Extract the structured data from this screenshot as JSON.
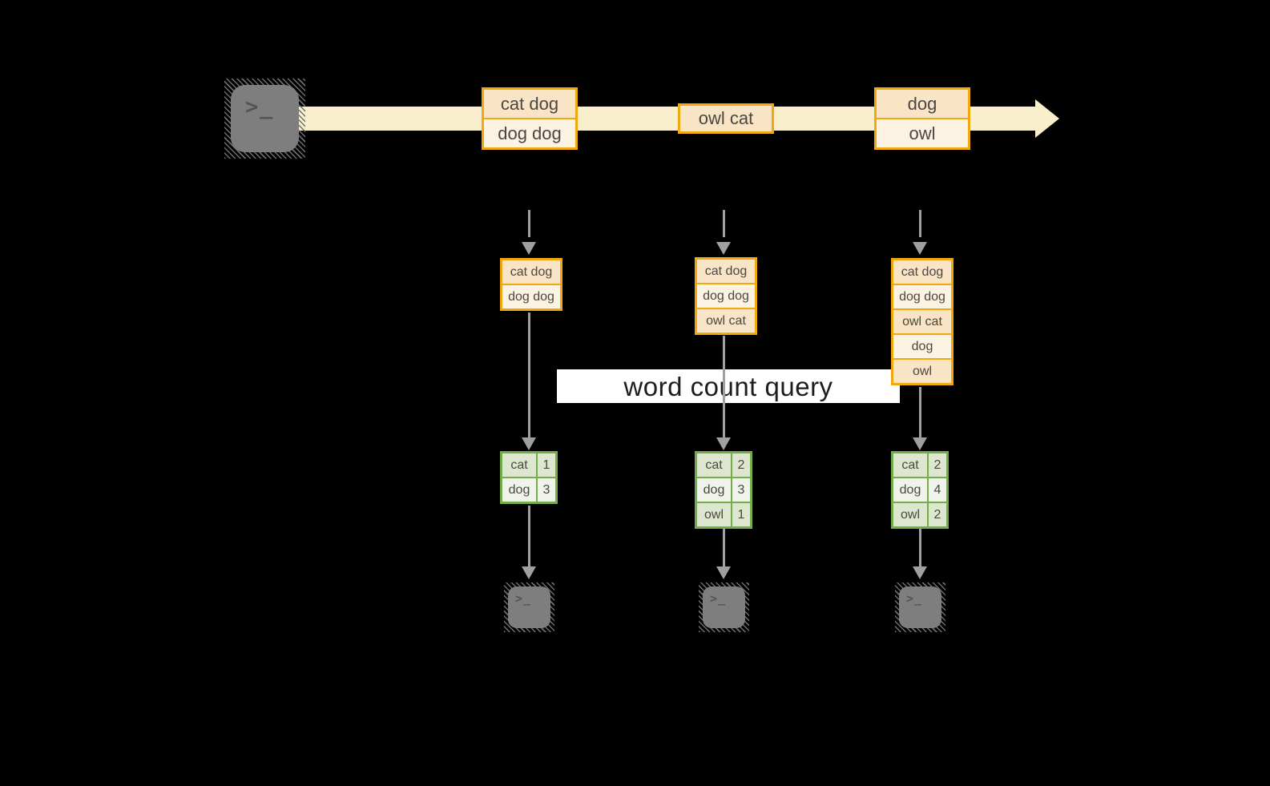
{
  "colors": {
    "background": "#000000",
    "stream_band": "#FAEFCC",
    "amber_border": "#F0A80D",
    "peach_fill": "#FAE4C6",
    "cream_fill": "#FDF3E2",
    "green_border": "#75AC4C",
    "green_fill_light": "#DCE7CE",
    "green_fill_lighter": "#EFF3EA",
    "arrow_gray": "#9FA0A0",
    "terminal_gray": "#7E7E7E",
    "banner_bg": "#FFFFFF"
  },
  "terminal_glyph": ">_",
  "stream": {
    "batches": [
      {
        "lines": [
          "cat dog",
          "dog dog"
        ]
      },
      {
        "lines": [
          "owl cat"
        ]
      },
      {
        "lines": [
          "dog",
          "owl"
        ]
      }
    ]
  },
  "states": [
    {
      "rows": [
        "cat dog",
        "dog dog"
      ]
    },
    {
      "rows": [
        "cat dog",
        "dog dog",
        "owl cat"
      ]
    },
    {
      "rows": [
        "cat dog",
        "dog dog",
        "owl cat",
        "dog",
        "owl"
      ]
    }
  ],
  "query": {
    "label": "word count query"
  },
  "counts": [
    {
      "rows": [
        {
          "word": "cat",
          "count": "1"
        },
        {
          "word": "dog",
          "count": "3"
        }
      ]
    },
    {
      "rows": [
        {
          "word": "cat",
          "count": "2"
        },
        {
          "word": "dog",
          "count": "3"
        },
        {
          "word": "owl",
          "count": "1"
        }
      ]
    },
    {
      "rows": [
        {
          "word": "cat",
          "count": "2"
        },
        {
          "word": "dog",
          "count": "4"
        },
        {
          "word": "owl",
          "count": "2"
        }
      ]
    }
  ]
}
